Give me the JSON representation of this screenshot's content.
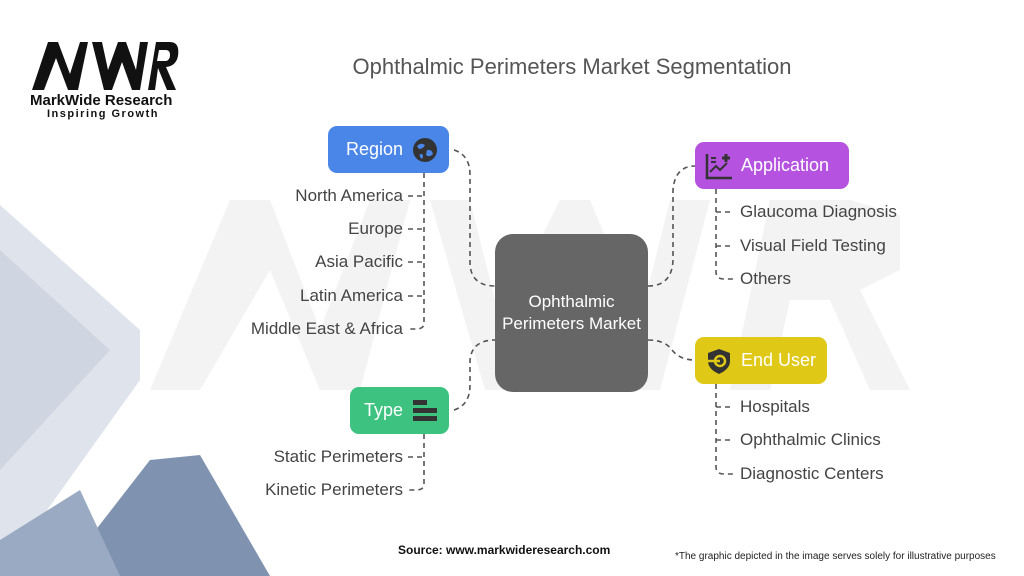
{
  "logo": {
    "name": "MarkWide Research",
    "tagline": "Inspiring Growth",
    "mark": "MWR"
  },
  "title": "Ophthalmic Perimeters Market Segmentation",
  "center": {
    "label": "Ophthalmic Perimeters Market",
    "color": "#666666"
  },
  "branches": {
    "region": {
      "label": "Region",
      "icon": "globe-icon",
      "color": "#4a86e8",
      "items": [
        "North America",
        "Europe",
        "Asia Pacific",
        "Latin America",
        "Middle East & Africa"
      ]
    },
    "type": {
      "label": "Type",
      "icon": "bars-icon",
      "color": "#3dc27f",
      "items": [
        "Static Perimeters",
        "Kinetic Perimeters"
      ]
    },
    "application": {
      "label": "Application",
      "icon": "chart-plus-icon",
      "color": "#b553e0",
      "items": [
        "Glaucoma Diagnosis",
        "Visual Field Testing",
        "Others"
      ]
    },
    "end_user": {
      "label": "End User",
      "icon": "shield-enter-icon",
      "color": "#e0c817",
      "items": [
        "Hospitals",
        "Ophthalmic Clinics",
        "Diagnostic Centers"
      ]
    }
  },
  "footer": {
    "source": "Source: www.markwideresearch.com",
    "disclaimer": "*The graphic depicted in the image serves solely for illustrative purposes"
  }
}
